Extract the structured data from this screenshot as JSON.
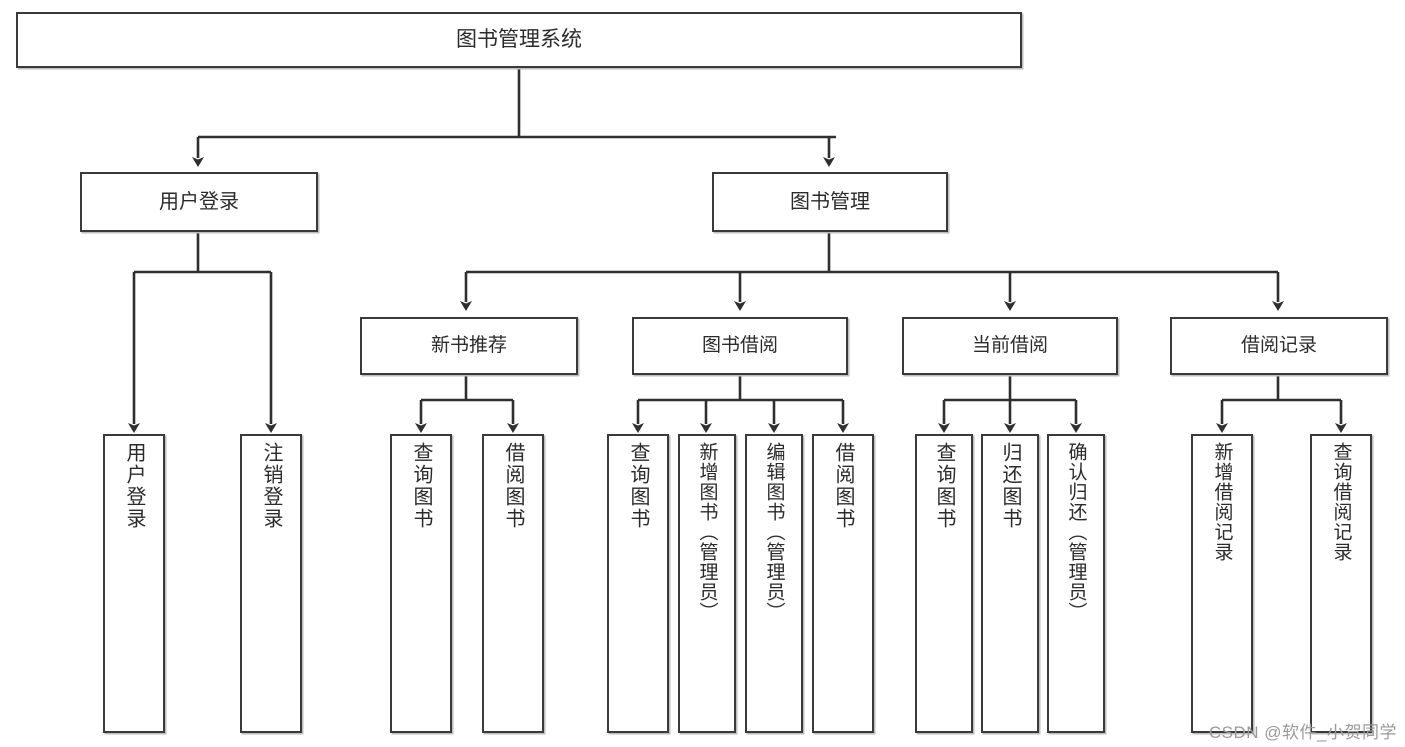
{
  "diagram": {
    "title": "图书管理系统",
    "root": {
      "label": "图书管理系统"
    },
    "level1": [
      {
        "label": "用户登录"
      },
      {
        "label": "图书管理"
      }
    ],
    "level2": [
      {
        "label": "新书推荐"
      },
      {
        "label": "图书借阅"
      },
      {
        "label": "当前借阅"
      },
      {
        "label": "借阅记录"
      }
    ],
    "leaves": {
      "user_login": [
        {
          "label": "用户登录"
        },
        {
          "label": "注销登录"
        }
      ],
      "new_book_recommend": [
        {
          "label": "查询图书"
        },
        {
          "label": "借阅图书"
        }
      ],
      "book_borrow": [
        {
          "label": "查询图书"
        },
        {
          "label": "新增图书（管理员）"
        },
        {
          "label": "编辑图书（管理员）"
        },
        {
          "label": "借阅图书"
        }
      ],
      "current_borrow": [
        {
          "label": "查询图书"
        },
        {
          "label": "归还图书"
        },
        {
          "label": "确认归还（管理员）"
        }
      ],
      "borrow_record": [
        {
          "label": "新增借阅记录"
        },
        {
          "label": "查询借阅记录"
        }
      ]
    }
  },
  "watermark": {
    "text": "CSDN @软件_小贺同学"
  },
  "colors": {
    "node_border": "#3a3a3a",
    "node_fill": "#ffffff",
    "edge": "#2f2f2f",
    "text": "#2b2b2b",
    "watermark": "#9a9a9a"
  }
}
